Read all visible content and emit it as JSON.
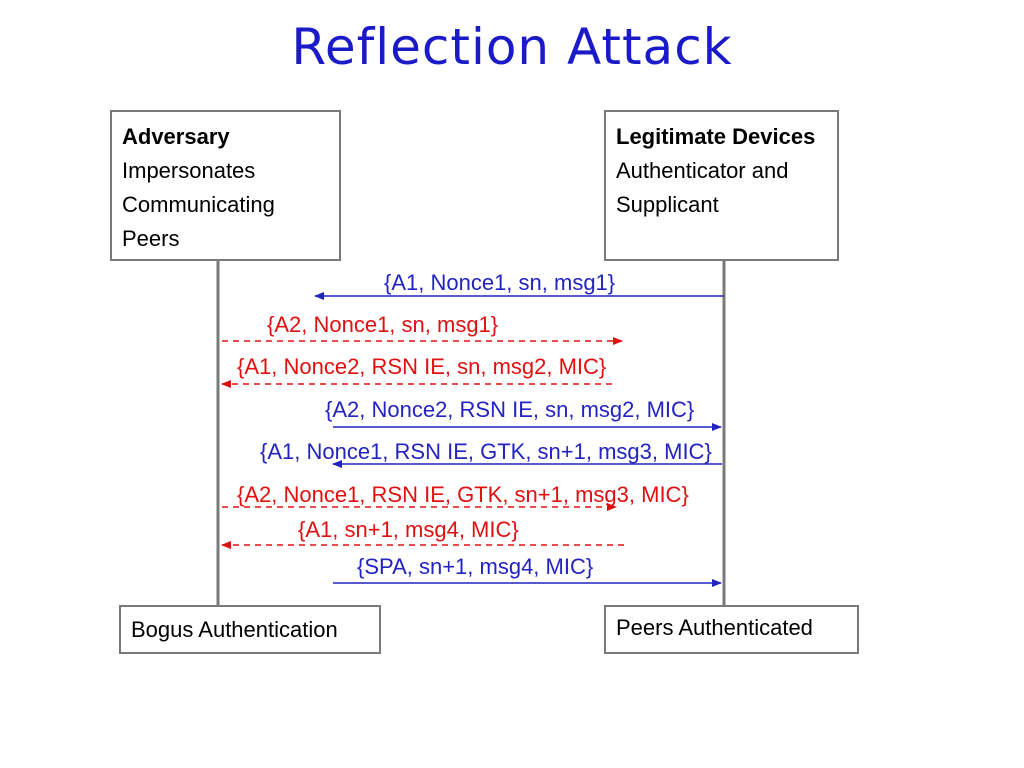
{
  "title": "Reflection Attack",
  "colors": {
    "title": "#1a1ac8",
    "legit_msg": "#2323c0",
    "attack_msg": "#e01010",
    "lifeline": "#7a7a7a"
  },
  "adversary": {
    "heading": "Adversary",
    "line1": "Impersonates",
    "line2": "Communicating",
    "line3": "Peers"
  },
  "legitimate": {
    "heading": "Legitimate Devices",
    "line1": "Authenticator and",
    "line2": "Supplicant"
  },
  "outcomes": {
    "bogus": "Bogus Authentication",
    "peers": "Peers Authenticated"
  },
  "messages": [
    {
      "text": "{A1, Nonce1, sn, msg1}",
      "kind": "legit",
      "direction": "left"
    },
    {
      "text": "{A2, Nonce1, sn, msg1}",
      "kind": "attack",
      "direction": "right"
    },
    {
      "text": "{A1, Nonce2, RSN IE, sn, msg2, MIC}",
      "kind": "attack",
      "direction": "left"
    },
    {
      "text": "{A2, Nonce2, RSN IE, sn, msg2, MIC}",
      "kind": "legit",
      "direction": "right"
    },
    {
      "text": "{A1, Nonce1, RSN IE, GTK, sn+1, msg3, MIC}",
      "kind": "legit",
      "direction": "left"
    },
    {
      "text": "{A2, Nonce1, RSN IE, GTK, sn+1, msg3, MIC}",
      "kind": "attack",
      "direction": "right"
    },
    {
      "text": "{A1, sn+1, msg4, MIC}",
      "kind": "attack",
      "direction": "left"
    },
    {
      "text": "{SPA, sn+1, msg4, MIC}",
      "kind": "legit",
      "direction": "right"
    }
  ]
}
